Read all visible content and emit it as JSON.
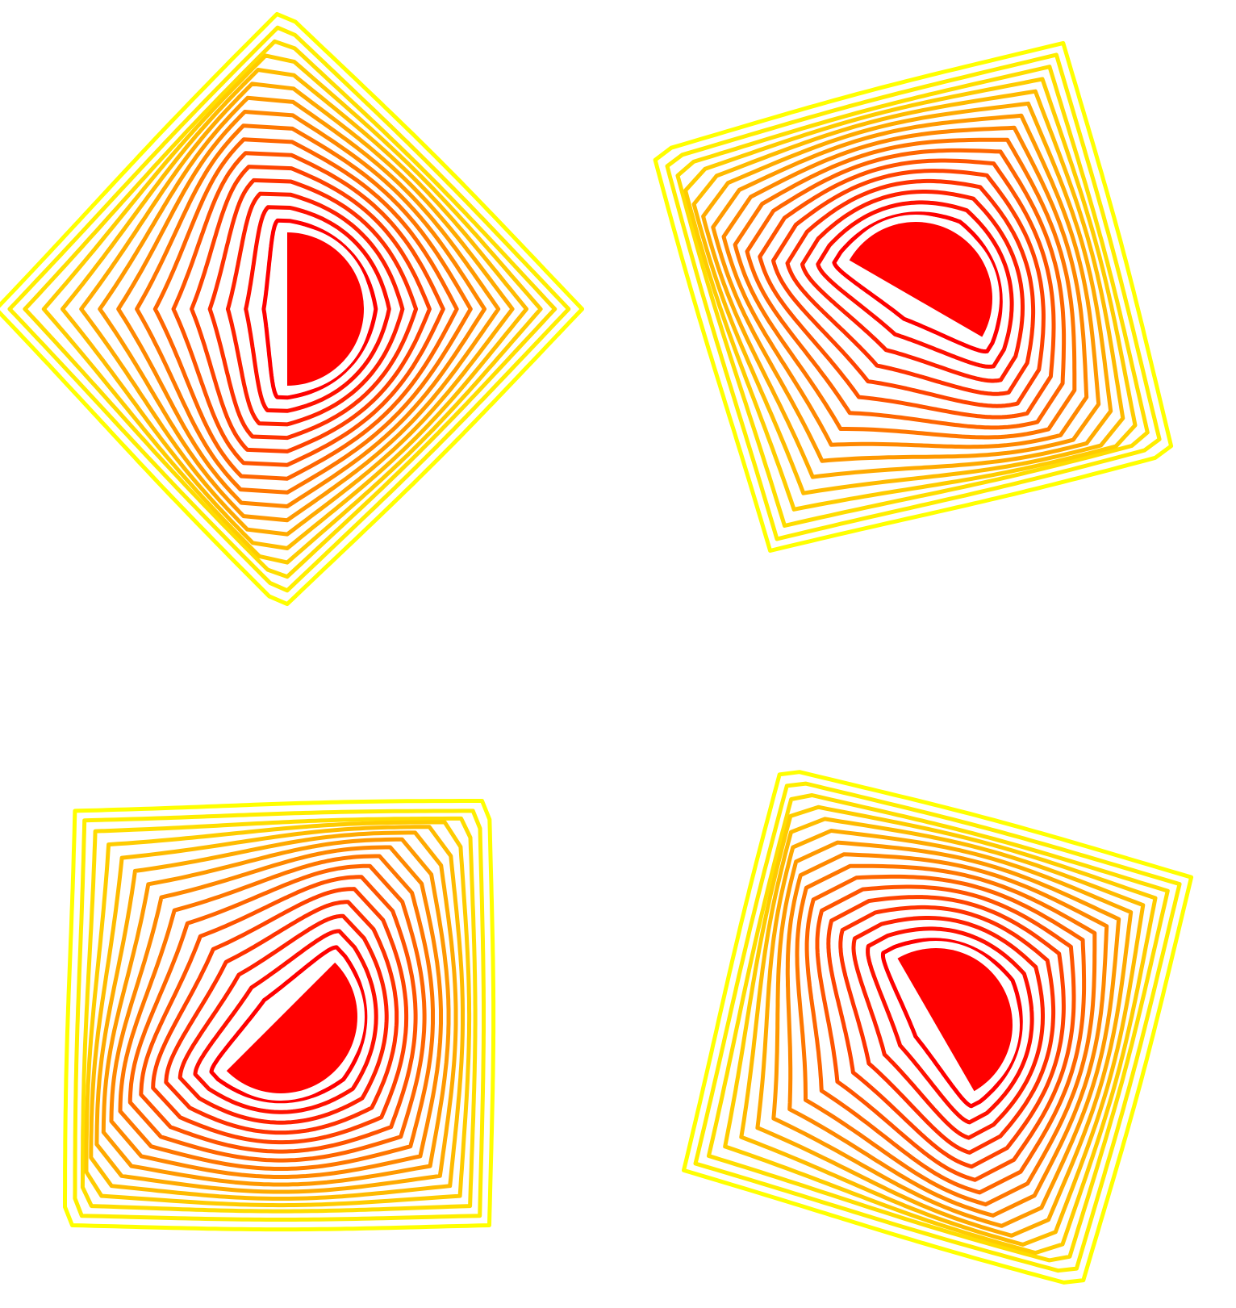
{
  "colors": {
    "background": "#ffffff",
    "core": "#ff0000",
    "inner_ring": "#ff0000",
    "outer_ring": "#ffff00"
  },
  "figures": [
    {
      "name": "figure-top-left",
      "core_shape": "half-disc",
      "ring_count": 16
    },
    {
      "name": "figure-top-right",
      "core_shape": "half-disc",
      "ring_count": 16
    },
    {
      "name": "figure-bottom-left",
      "core_shape": "half-disc",
      "ring_count": 16
    },
    {
      "name": "figure-bottom-right",
      "core_shape": "half-disc",
      "ring_count": 16
    }
  ]
}
